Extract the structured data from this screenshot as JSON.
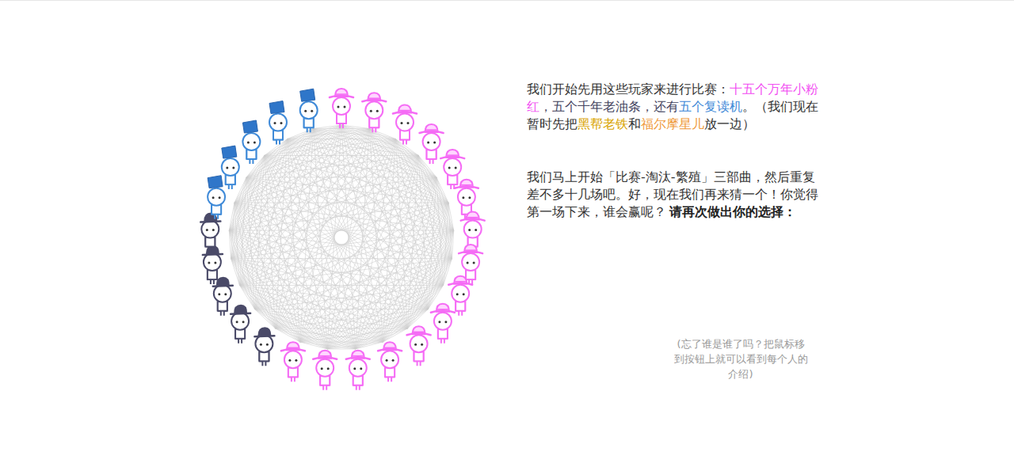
{
  "diagram": {
    "labels": [
      "我们开始先用这些玩家来进行比赛：",
      "十五个万年小粉红",
      "，五个千年老油条，还有",
      "五个复读机",
      "。（我们现在暂时先把",
      "黑帮老铁",
      "和",
      "福尔摩星儿",
      "放一边）",
      "我们马上开始「比赛-淘汰-繁殖」三部曲，然后重复差不多十几场吧。好，现在我们再来猜一个！你觉得第一场下来，谁会赢呢？",
      "请再次做出你的选择：",
      "(忘了谁是谁了吗？把鼠标移到按钮上就可以看到每个人的介绍)"
    ]
  }
}
